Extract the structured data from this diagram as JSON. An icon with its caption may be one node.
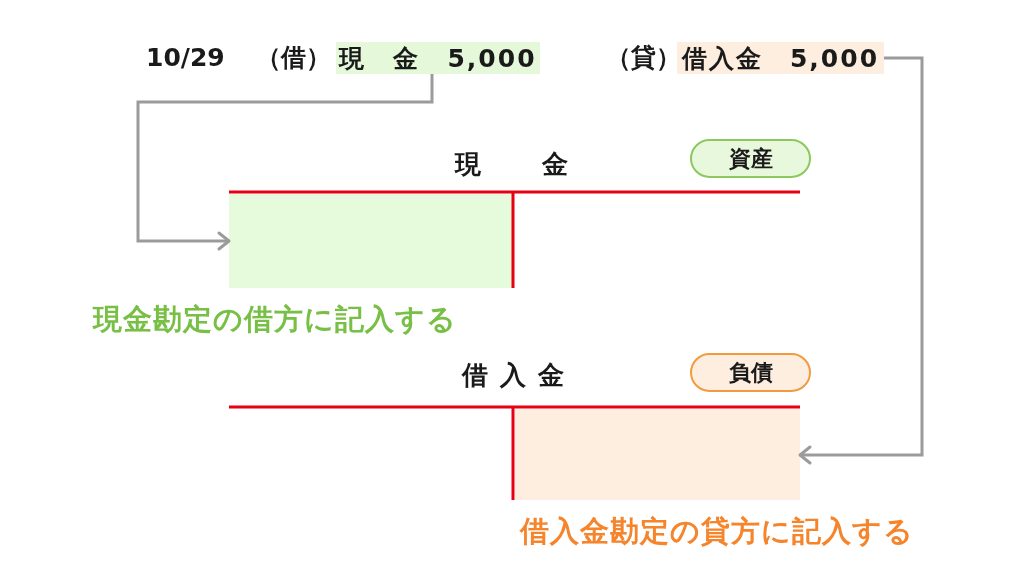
{
  "diagram": {
    "nodes": [
      {
        "text": [
          "現　金　5,000"
        ]
      },
      {
        "text": [
          "借入金　5,000"
        ]
      },
      {
        "text": [
          "資産"
        ]
      },
      {
        "text": [],
        "shape": "box"
      },
      {
        "text": [
          "負債"
        ]
      },
      {
        "text": [],
        "shape": "box"
      }
    ],
    "edges": [
      {
        "from": 0,
        "to": 3,
        "arrow": "to"
      },
      {
        "from": 1,
        "to": 5,
        "arrow": "to"
      }
    ],
    "labels": [
      "10/29",
      "（借）",
      "（貸）",
      "現金",
      "現金勘定の借方に記入する",
      "借入金",
      "借入金勘定の貸方に記入する"
    ]
  }
}
